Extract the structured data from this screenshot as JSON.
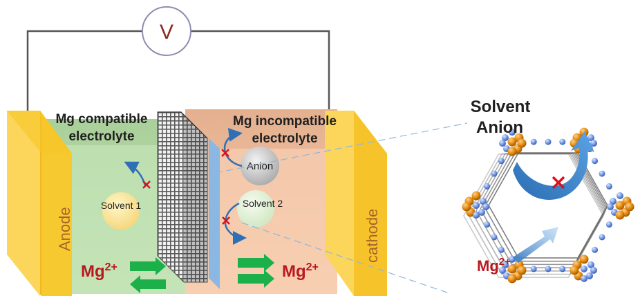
{
  "voltmeter": {
    "label": "V"
  },
  "cell": {
    "left_electrolyte": {
      "line1": "Mg compatible",
      "line2": "electrolyte"
    },
    "right_electrolyte": {
      "line1": "Mg incompatible",
      "line2": "electrolyte"
    },
    "anode_label": "Anode",
    "cathode_label": "cathode",
    "solvent1_label": "Solvent 1",
    "solvent2_label": "Solvent 2",
    "anion_label": "Anion",
    "ion_left": {
      "base": "Mg",
      "charge": "2+"
    },
    "ion_right": {
      "base": "Mg",
      "charge": "2+"
    }
  },
  "zoom": {
    "solvent_label": "Solvent",
    "anion_label": "Anion",
    "ion": {
      "base": "Mg",
      "charge": "2+"
    }
  },
  "colors": {
    "anode": "#f7c21b",
    "left_bg": "#bfe0b2",
    "right_bg": "#f6c9a8",
    "mg_text": "#b8191f",
    "green_arrow": "#1bb04a",
    "membrane": "#8ab8e2"
  }
}
